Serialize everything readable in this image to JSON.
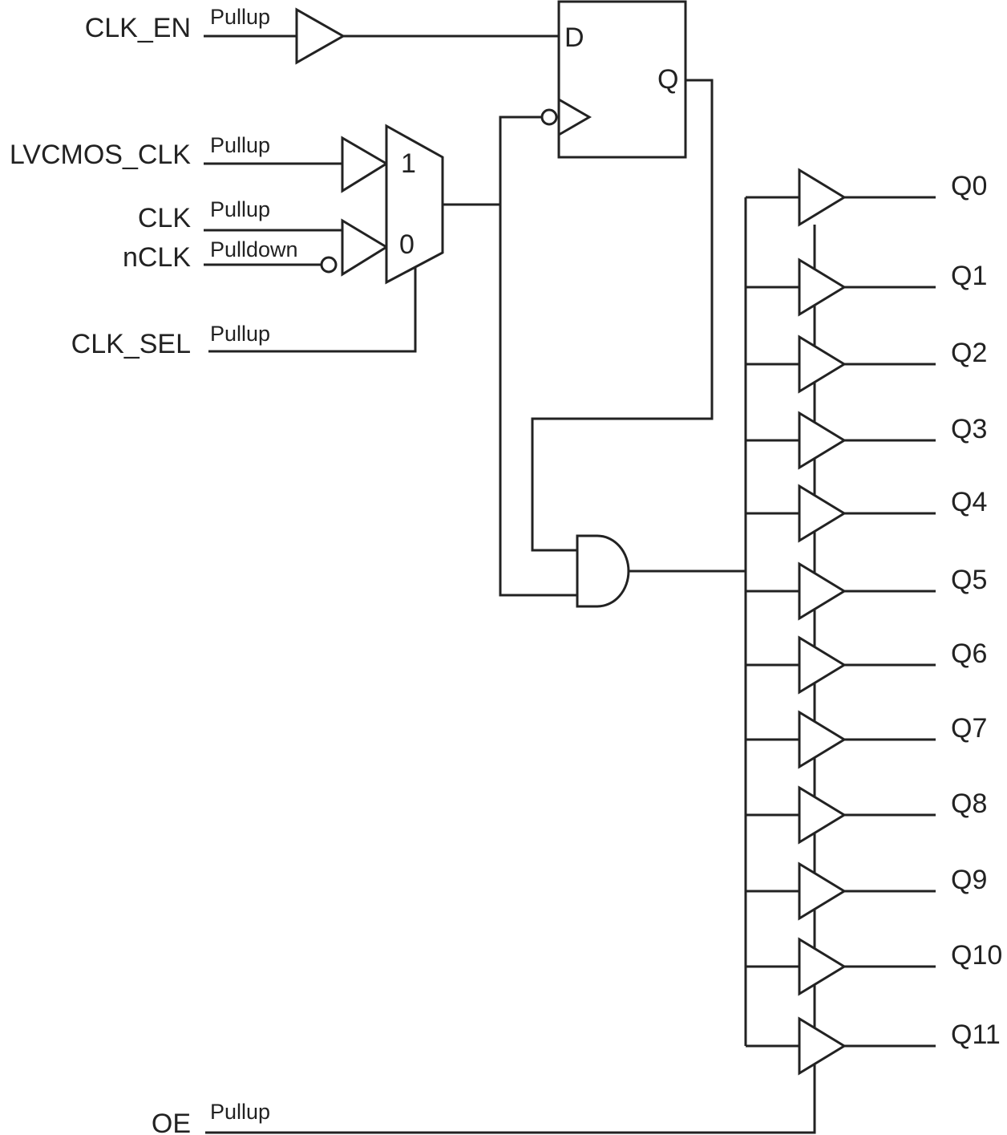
{
  "inputs": {
    "clk_en": {
      "name": "CLK_EN",
      "resistor": "Pullup"
    },
    "lvcmos_clk": {
      "name": "LVCMOS_CLK",
      "resistor": "Pullup"
    },
    "clk": {
      "name": "CLK",
      "resistor": "Pullup"
    },
    "nclk": {
      "name": "nCLK",
      "resistor": "Pulldown"
    },
    "clk_sel": {
      "name": "CLK_SEL",
      "resistor": "Pullup"
    },
    "oe": {
      "name": "OE",
      "resistor": "Pullup"
    }
  },
  "mux": {
    "input_1": "1",
    "input_0": "0"
  },
  "flipflop": {
    "d_label": "D",
    "q_label": "Q"
  },
  "outputs": [
    "Q0",
    "Q1",
    "Q2",
    "Q3",
    "Q4",
    "Q5",
    "Q6",
    "Q7",
    "Q8",
    "Q9",
    "Q10",
    "Q11"
  ]
}
